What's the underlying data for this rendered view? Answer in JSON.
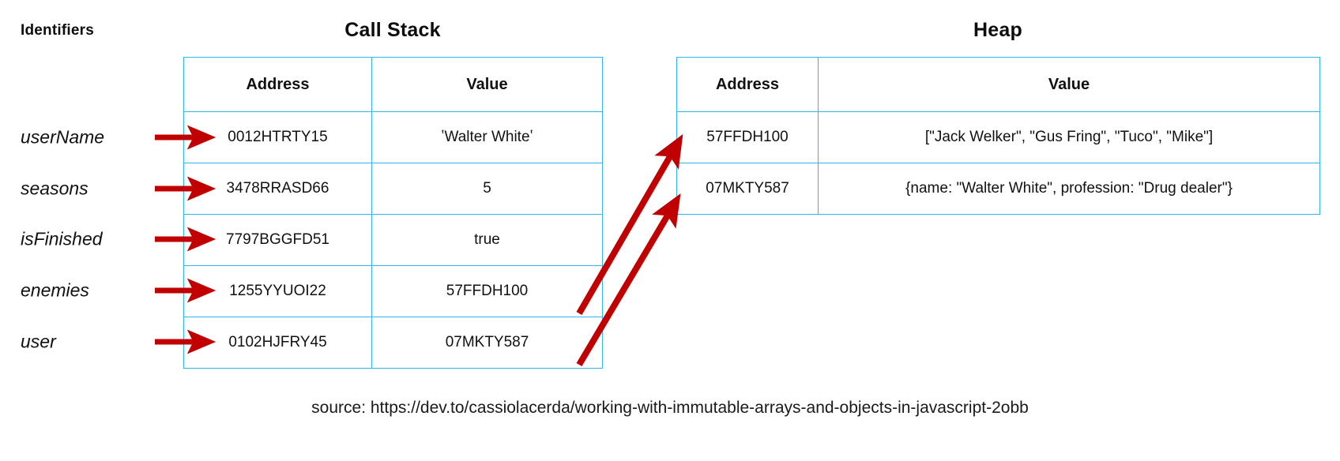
{
  "headings": {
    "identifiers": "Identifiers",
    "call_stack": "Call Stack",
    "heap": "Heap"
  },
  "colors": {
    "table_border": "#33b4f0",
    "arrow": "#c00000",
    "text": "#111111",
    "background": "#ffffff"
  },
  "call_stack": {
    "columns": [
      "Address",
      "Value"
    ],
    "rows": [
      {
        "identifier": "userName",
        "address": "0012HTRTY15",
        "value": "ʽWalter Whiteʽ"
      },
      {
        "identifier": "seasons",
        "address": "3478RRASD66",
        "value": "5"
      },
      {
        "identifier": "isFinished",
        "address": "7797BGGFD51",
        "value": "true"
      },
      {
        "identifier": "enemies",
        "address": "1255YYUOI22",
        "value": "57FFDH100"
      },
      {
        "identifier": "user",
        "address": "0102HJFRY45",
        "value": "07MKTY587"
      }
    ]
  },
  "heap": {
    "columns": [
      "Address",
      "Value"
    ],
    "rows": [
      {
        "address": "57FFDH100",
        "value": "[\"Jack Welker\", \"Gus Fring\", \"Tuco\", \"Mike\"]"
      },
      {
        "address": "07MKTY587",
        "value": "{name: \"Walter White\", profession: \"Drug dealer\"}"
      }
    ]
  },
  "pointer_arrows": [
    {
      "from_value": "57FFDH100",
      "to_address": "57FFDH100"
    },
    {
      "from_value": "07MKTY587",
      "to_address": "07MKTY587"
    }
  ],
  "caption": "source: https://dev.to/cassiolacerda/working-with-immutable-arrays-and-objects-in-javascript-2obb"
}
